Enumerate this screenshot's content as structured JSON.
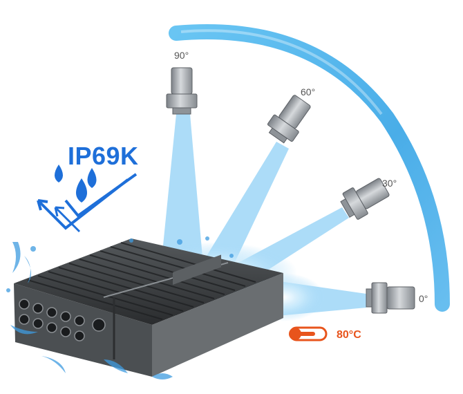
{
  "rating": {
    "text": "IP69K",
    "color": "#1e6fd9"
  },
  "angles": [
    "90°",
    "60°",
    "30°",
    "0°"
  ],
  "temperature": {
    "text": "80°C",
    "color": "#e8541c"
  },
  "colors": {
    "arc": "#4fb3ea",
    "spray": "#7cc8f5",
    "nozzle": "#9aa0a6",
    "device": "#3b3e40"
  },
  "icons": [
    "water-drop-icon",
    "thermometer-icon",
    "nozzle-icon"
  ]
}
